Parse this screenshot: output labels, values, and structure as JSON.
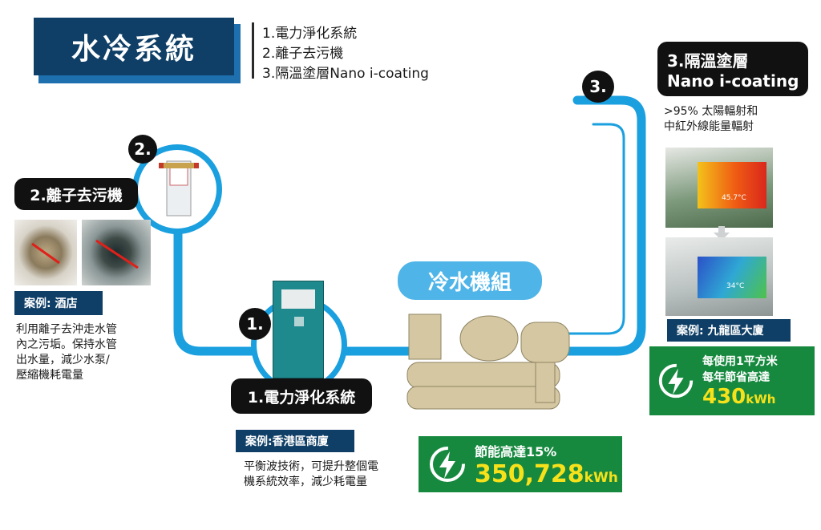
{
  "header": {
    "title": "水冷系統",
    "items": [
      "1.電力淨化系統",
      "2.離子去污機",
      "3.隔溫塗層Nano i-coating"
    ]
  },
  "chiller": {
    "label": "冷水機組"
  },
  "step1": {
    "badge": "1.",
    "title": "1.電力淨化系統",
    "case_label": "案例:香港區商廈",
    "description": [
      "平衡波技術，可提升整個電",
      "機系統效率，減少耗電量"
    ]
  },
  "step2": {
    "badge": "2.",
    "title": "2.離子去污機",
    "case_label": "案例: 酒店",
    "description": [
      "利用離子去沖走水管",
      "內之污垢。保持水管",
      "出水量，減少水泵/",
      "壓縮機耗電量"
    ]
  },
  "step3": {
    "badge": "3.",
    "title_line1": "3.隔溫塗層",
    "title_line2": "Nano i-coating",
    "description": [
      ">95% 太陽輻射和",
      "中紅外線能量輻射"
    ],
    "temp_before": "45.7°C",
    "temp_after": "34°C",
    "case_label": "案例: 九龍區大廈"
  },
  "saving_main": {
    "label": "節能高達15%",
    "value": "350,728",
    "unit": "kWh"
  },
  "saving_coating": {
    "line1": "每使用1平方米",
    "line2": "每年節省高達",
    "value": "430",
    "unit": "kWh"
  },
  "icons": [
    "energy-saving-icon",
    "arrow-down-icon"
  ],
  "colors": {
    "pipe": "#1a9fdf",
    "navy": "#0f3f66",
    "green": "#16893f",
    "highlight": "#f6e11a"
  }
}
